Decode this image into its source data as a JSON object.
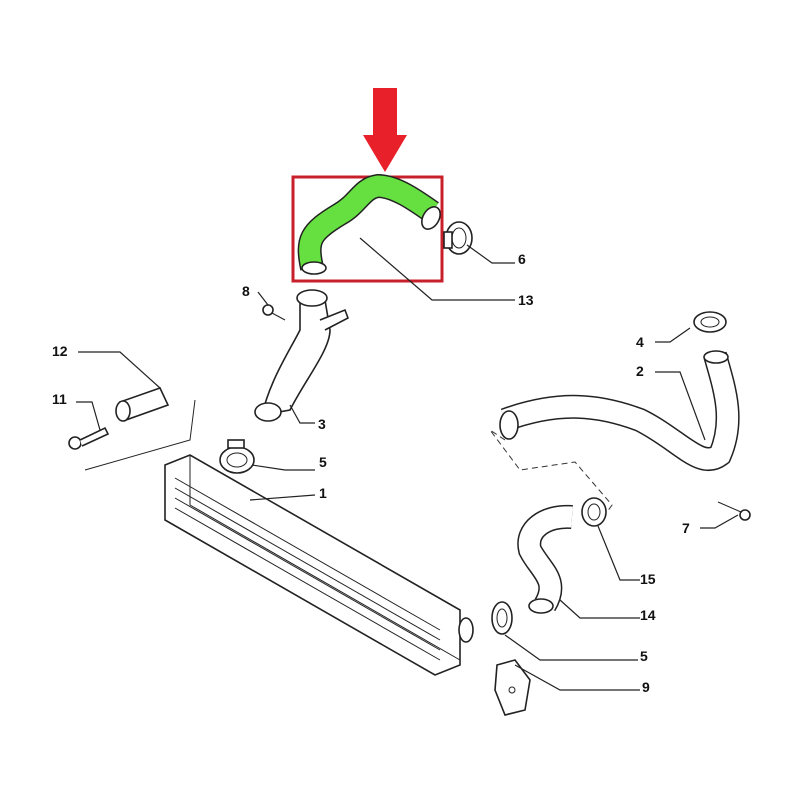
{
  "diagram": {
    "highlight": {
      "part_number": "13",
      "arrow_color": "#e8202a",
      "box_color": "#c8202a",
      "part_color": "#66e040"
    },
    "labels": [
      {
        "id": "6",
        "text": "6"
      },
      {
        "id": "13",
        "text": "13"
      },
      {
        "id": "8",
        "text": "8"
      },
      {
        "id": "12",
        "text": "12"
      },
      {
        "id": "11",
        "text": "11"
      },
      {
        "id": "3",
        "text": "3"
      },
      {
        "id": "5a",
        "text": "5"
      },
      {
        "id": "1",
        "text": "1"
      },
      {
        "id": "4",
        "text": "4"
      },
      {
        "id": "2",
        "text": "2"
      },
      {
        "id": "7",
        "text": "7"
      },
      {
        "id": "15",
        "text": "15"
      },
      {
        "id": "14",
        "text": "14"
      },
      {
        "id": "5b",
        "text": "5"
      },
      {
        "id": "9",
        "text": "9"
      }
    ]
  }
}
